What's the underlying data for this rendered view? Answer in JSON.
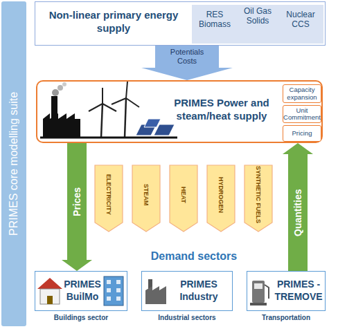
{
  "diagram": {
    "nodes": [
      {
        "text": [
          "PRIMES core modelling suite"
        ]
      },
      {
        "text": [
          "Non-linear primary energy supply"
        ]
      },
      {
        "text": [
          "RES Biomass",
          "Oil Gas Solids",
          "Nuclear CCS"
        ],
        "in": 1
      },
      {
        "text": [
          "PRIMES Power and steam/heat supply"
        ]
      },
      {
        "text": [
          "Capacity expansion"
        ],
        "in": 3
      },
      {
        "text": [
          "Unit Commitment"
        ],
        "in": 3
      },
      {
        "text": [
          "Pricing"
        ],
        "in": 3
      },
      {
        "text": [
          "ELECTRICITY"
        ]
      },
      {
        "text": [
          "STEAM"
        ]
      },
      {
        "text": [
          "HEAT"
        ]
      },
      {
        "text": [
          "HYDROGEN"
        ]
      },
      {
        "text": [
          "SYNTHETIC FUELS"
        ]
      },
      {
        "text": [
          "PRIMES BuilMo",
          "Buildings sector"
        ]
      },
      {
        "text": [
          "PRIMES Industry",
          "Industrial sectors"
        ]
      },
      {
        "text": [
          "PRIMES - TREMOVE",
          "Transportation"
        ]
      }
    ],
    "edges": [
      {
        "from": 1,
        "to": 3,
        "label": "Potentials Costs",
        "arrow": "to"
      },
      {
        "from": 3,
        "to": 12,
        "label": "Prices",
        "arrow": "to"
      },
      {
        "from": 14,
        "to": 3,
        "label": "Quantities",
        "arrow": "to"
      }
    ],
    "labels": [
      "Demand sectors"
    ]
  }
}
